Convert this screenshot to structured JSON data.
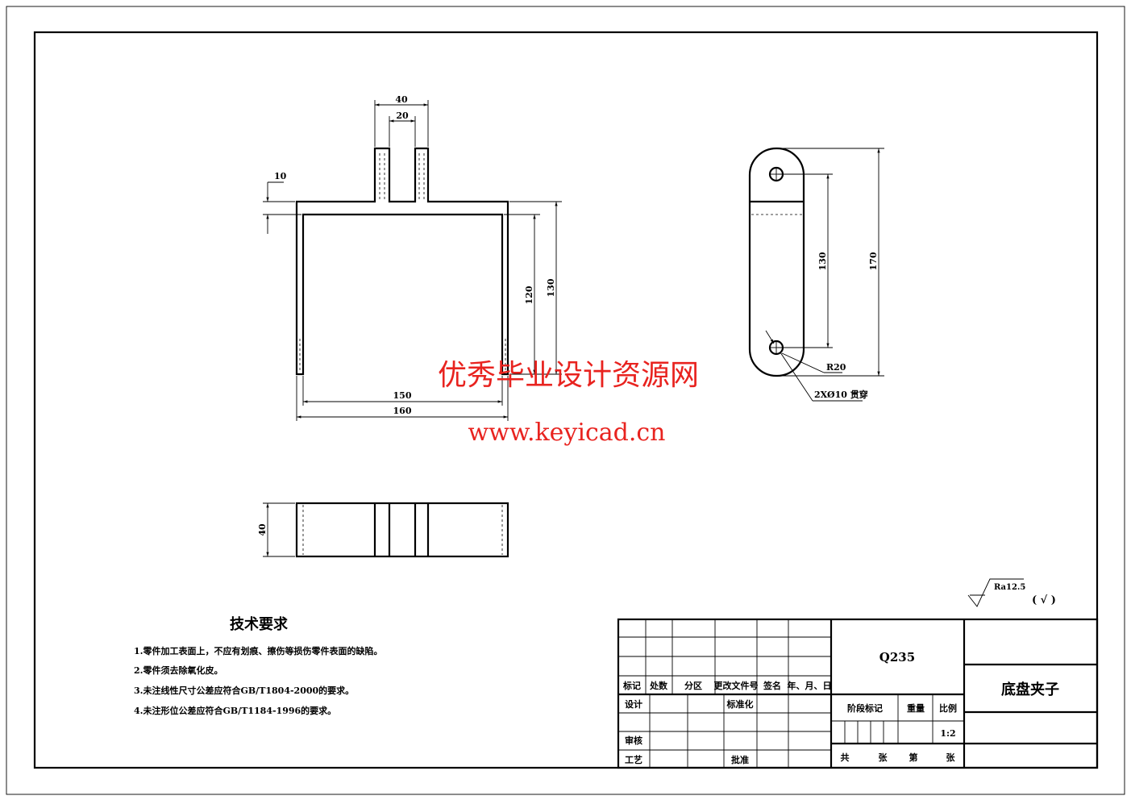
{
  "front_view": {
    "dims": {
      "w40": "40",
      "w20": "20",
      "t10": "10",
      "h120": "120",
      "h130": "130",
      "w150": "150",
      "w160": "160"
    }
  },
  "side_view": {
    "dims": {
      "h130": "130",
      "h170": "170",
      "r20": "R20",
      "holes": "2XØ10 贯穿"
    }
  },
  "bottom_view": {
    "dims": {
      "h40": "40"
    }
  },
  "watermark": {
    "line1": "优秀毕业设计资源网",
    "line2": "www.keyicad.cn",
    "color": "#e8231f"
  },
  "surface_finish": {
    "value": "Ra12.5",
    "other": "( √ )"
  },
  "tech_requirements": {
    "title": "技术要求",
    "items": [
      "1.零件加工表面上，不应有划痕、擦伤等损伤零件表面的缺陷。",
      "2.零件须去除氧化皮。",
      "3.未注线性尺寸公差应符合GB/T1804-2000的要求。",
      "4.未注形位公差应符合GB/T1184-1996的要求。"
    ]
  },
  "title_block": {
    "headers": [
      "标记",
      "处数",
      "分区",
      "更改文件号",
      "签名",
      "年、月、日"
    ],
    "design": "设计",
    "standardize": "标准化",
    "review": "审核",
    "process": "工艺",
    "approve": "批准",
    "material": "Q235",
    "stage_mark": "阶段标记",
    "weight": "重量",
    "scale_label": "比例",
    "scale": "1:2",
    "total": "共",
    "sheets1": "张",
    "sheet_no": "第",
    "sheets2": "张",
    "part_name": "底盘夹子"
  }
}
